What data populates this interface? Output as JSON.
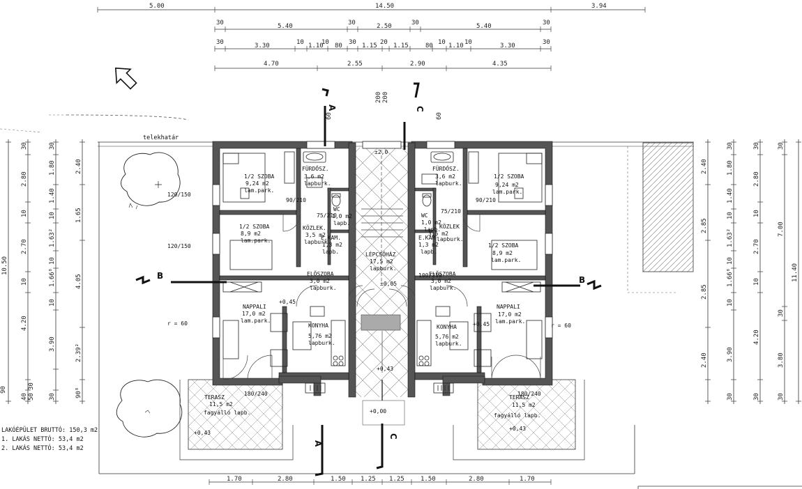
{
  "top_dims": {
    "row1": [
      "5.00",
      "14.50",
      "3.94"
    ],
    "row2": [
      "30",
      "5.40",
      "30",
      "2.50",
      "30",
      "5.40",
      "30"
    ],
    "row3": [
      "30",
      "3.30",
      "10",
      "1.10",
      "10",
      "80",
      "30",
      "1.15",
      "20",
      "1.15",
      "80",
      "10",
      "1.10",
      "10",
      "3.30",
      "30"
    ],
    "row4": [
      "4.70",
      "2.55",
      "2.90",
      "4.35"
    ]
  },
  "bottom_dims": [
    "1.70",
    "2.80",
    "1.50",
    "1.25",
    "1.25",
    "1.50",
    "2.80",
    "1.70"
  ],
  "left_dims": {
    "col_a": [
      "10.50"
    ],
    "col_b": [
      "30",
      "2.80",
      "10",
      "2.70",
      "10",
      "4.20",
      "40",
      "50",
      "30"
    ],
    "col_c": [
      "30",
      "1.80",
      "1.40",
      "10",
      "1.63²",
      "10",
      "1.66⁸",
      "10",
      "3.90",
      "90",
      "30"
    ],
    "col_d": [
      "2.40",
      "1.65",
      "4.05",
      "2.39²",
      "90⁸"
    ]
  },
  "right_dims": {
    "col_a": [
      "2.40",
      "2.85",
      "2.85",
      "2.40"
    ],
    "col_b": [
      "30",
      "1.80",
      "1.40",
      "10",
      "1.63²",
      "10",
      "1.66⁸",
      "10",
      "3.90",
      "30"
    ],
    "col_c": [
      "30",
      "2.80",
      "10",
      "2.70",
      "10",
      "4.20",
      "30"
    ],
    "col_d": [
      "30",
      "7.00",
      "30",
      "3.80",
      "30"
    ],
    "col_e": [
      "11.40"
    ]
  },
  "labels": {
    "property_line": "telekhatár",
    "section_a": "A",
    "section_b": "B",
    "section_c": "C",
    "stair_dims_top": [
      "200",
      "200"
    ],
    "win_60": [
      "60",
      "60"
    ]
  },
  "rooms_left": [
    {
      "name": "1/2 SZOBA",
      "area": "9,24 m2",
      "floor": "lam.park."
    },
    {
      "name": "FÜRDŐSZ.",
      "area": "3,6 m2",
      "floor": "lapburk."
    },
    {
      "name": "1/2 SZOBA",
      "area": "8,9 m2",
      "floor": "lam.park."
    },
    {
      "name": "KÖZLEK.",
      "area": "3,5 m2",
      "floor": "lapburk."
    },
    {
      "name": "WC",
      "area": "1,0 m2",
      "floor": "lapb."
    },
    {
      "name": "E.KAM.",
      "area": "1,3 m2",
      "floor": "lapb."
    },
    {
      "name": "ELŐSZOBA",
      "area": "3,0 m2",
      "floor": "lapburk."
    },
    {
      "name": "NAPPALI",
      "area": "17,0 m2",
      "floor": "lam.park."
    },
    {
      "name": "KONYHA",
      "area": "5,76 m2",
      "floor": "lapburk."
    },
    {
      "name": "TERASZ",
      "area": "11,5 m2",
      "floor": "fagyálló lapb."
    }
  ],
  "rooms_right": [
    {
      "name": "1/2 SZOBA",
      "area": "9,24 m2",
      "floor": "lam.park."
    },
    {
      "name": "FÜRDŐSZ.",
      "area": "3,6 m2",
      "floor": "lapburk."
    },
    {
      "name": "1/2 SZOBA",
      "area": "8,9 m2",
      "floor": "lam.park."
    },
    {
      "name": "KÖZLEK",
      "area": "3,5 m2",
      "floor": "lapburk."
    },
    {
      "name": "WC",
      "area": "1,0 m2",
      "floor": "lapb."
    },
    {
      "name": "E.KAM",
      "area": "1,3 m2",
      "floor": "lapb."
    },
    {
      "name": "ELŐSZOBA",
      "area": "3,0 m2",
      "floor": "lapburk."
    },
    {
      "name": "NAPPALI",
      "area": "17,0 m2",
      "floor": "lam.park."
    },
    {
      "name": "KONYHA",
      "area": "5,76 m2",
      "floor": "lapburk."
    },
    {
      "name": "TERASZ",
      "area": "11,5 m2",
      "floor": "fagyálló lapb."
    }
  ],
  "stair": {
    "name": "LÉPCSŐHÁZ",
    "area": "17,5 m2",
    "floor": "lapburk."
  },
  "levels": {
    "l1": "+0,45",
    "l2": "+0,45",
    "l3": "±0,05",
    "l4": "+0,43",
    "l5": "+0,43",
    "l6": "+0,43",
    "l7": "+0,00",
    "l8": "±2,0"
  },
  "door_marks": [
    "120/150",
    "120/150",
    "90/210",
    "90/210",
    "75/210",
    "75/210",
    "180/240",
    "180/240",
    "100/210",
    "r = 60",
    "r = 60"
  ],
  "summary": {
    "line1": "LAKÓÉPÜLET BRUTTÓ: 150,3 m2",
    "line2": "1. LAKÁS NETTÓ:  53,4 m2",
    "line3": "2. LAKÁS NETTÓ:  53,4 m2"
  }
}
